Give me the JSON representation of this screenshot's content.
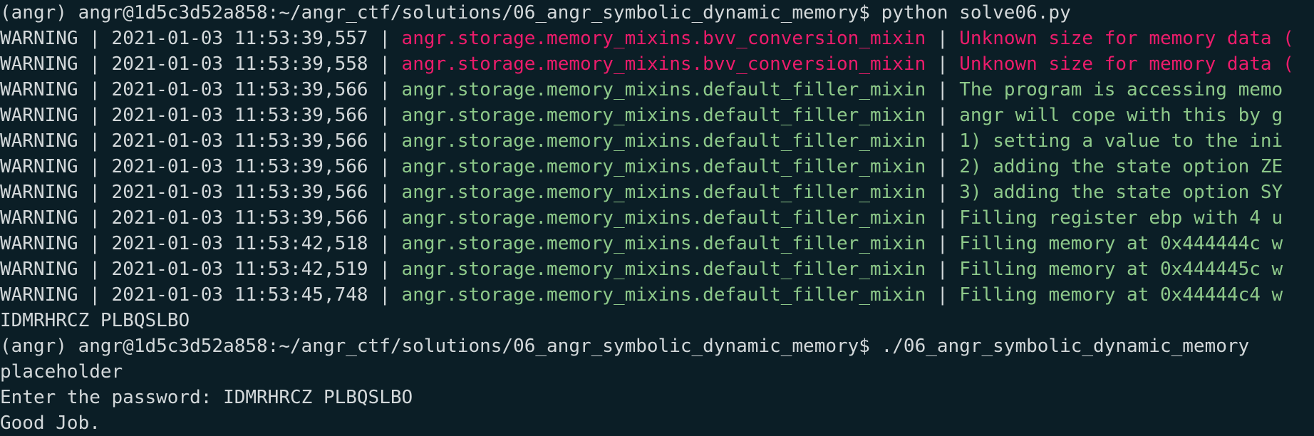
{
  "terminal": {
    "prompt1": "(angr) angr@1d5c3d52a858:~/angr_ctf/solutions/06_angr_symbolic_dynamic_memory$ python solve06.py",
    "log_lines": [
      {
        "level": "WARNING",
        "time": "2021-01-03 11:53:39,557",
        "module": "angr.storage.memory_mixins.bvv_conversion_mixin",
        "message": "Unknown size for memory data (",
        "tone": "red"
      },
      {
        "level": "WARNING",
        "time": "2021-01-03 11:53:39,558",
        "module": "angr.storage.memory_mixins.bvv_conversion_mixin",
        "message": "Unknown size for memory data (",
        "tone": "red"
      },
      {
        "level": "WARNING",
        "time": "2021-01-03 11:53:39,566",
        "module": "angr.storage.memory_mixins.default_filler_mixin",
        "message": "The program is accessing memo",
        "tone": "green"
      },
      {
        "level": "WARNING",
        "time": "2021-01-03 11:53:39,566",
        "module": "angr.storage.memory_mixins.default_filler_mixin",
        "message": "angr will cope with this by g",
        "tone": "green"
      },
      {
        "level": "WARNING",
        "time": "2021-01-03 11:53:39,566",
        "module": "angr.storage.memory_mixins.default_filler_mixin",
        "message": "1) setting a value to the ini",
        "tone": "green"
      },
      {
        "level": "WARNING",
        "time": "2021-01-03 11:53:39,566",
        "module": "angr.storage.memory_mixins.default_filler_mixin",
        "message": "2) adding the state option ZE",
        "tone": "green"
      },
      {
        "level": "WARNING",
        "time": "2021-01-03 11:53:39,566",
        "module": "angr.storage.memory_mixins.default_filler_mixin",
        "message": "3) adding the state option SY",
        "tone": "green"
      },
      {
        "level": "WARNING",
        "time": "2021-01-03 11:53:39,566",
        "module": "angr.storage.memory_mixins.default_filler_mixin",
        "message": "Filling register ebp with 4 u",
        "tone": "green"
      },
      {
        "level": "WARNING",
        "time": "2021-01-03 11:53:42,518",
        "module": "angr.storage.memory_mixins.default_filler_mixin",
        "message": "Filling memory at 0x444444c w",
        "tone": "green"
      },
      {
        "level": "WARNING",
        "time": "2021-01-03 11:53:42,519",
        "module": "angr.storage.memory_mixins.default_filler_mixin",
        "message": "Filling memory at 0x444445c w",
        "tone": "green"
      },
      {
        "level": "WARNING",
        "time": "2021-01-03 11:53:45,748",
        "module": "angr.storage.memory_mixins.default_filler_mixin",
        "message": "Filling memory at 0x44444c4 w",
        "tone": "green"
      }
    ],
    "solution_output": "IDMRHRCZ PLBQSLBO",
    "prompt2": "(angr) angr@1d5c3d52a858:~/angr_ctf/solutions/06_angr_symbolic_dynamic_memory$ ./06_angr_symbolic_dynamic_memory",
    "input_line": "placeholder",
    "password_prompt": "Enter the password: IDMRHRCZ PLBQSLBO",
    "result": "Good Job."
  }
}
